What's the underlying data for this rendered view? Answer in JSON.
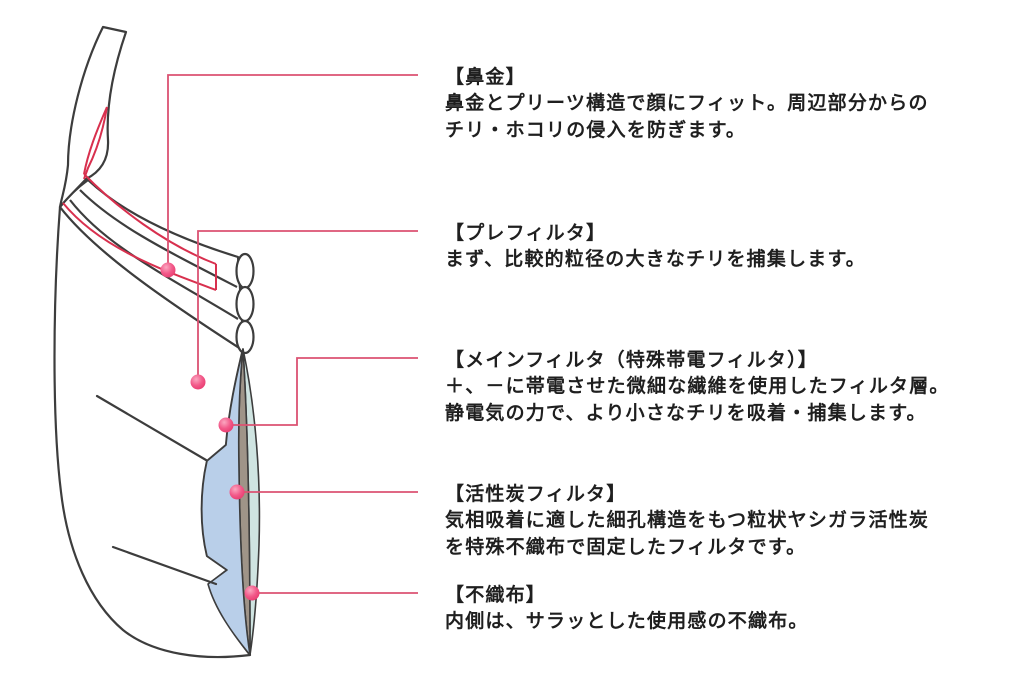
{
  "diagram": {
    "subject": "dust-mask-layer-structure",
    "callouts": [
      {
        "id": "nose-wire",
        "heading": "【鼻金】",
        "lines": [
          "鼻金とプリーツ構造で顔にフィット。周辺部分からの",
          "チリ・ホコリの侵入を防ぎます。"
        ]
      },
      {
        "id": "pre-filter",
        "heading": "【プレフィルタ】",
        "lines": [
          "まず、比較的粒径の大きなチリを捕集します。"
        ]
      },
      {
        "id": "main-filter",
        "heading": "【メインフィルタ（特殊帯電フィルタ）】",
        "lines": [
          "＋、－に帯電させた微細な繊維を使用したフィルタ層。",
          "静電気の力で、より小さなチリを吸着・捕集します。"
        ]
      },
      {
        "id": "activated-carbon-filter",
        "heading": "【活性炭フィルタ】",
        "lines": [
          "気相吸着に適した細孔構造をもつ粒状ヤシガラ活性炭",
          "を特殊不織布で固定したフィルタです。"
        ]
      },
      {
        "id": "nonwoven-fabric",
        "heading": "【不織布】",
        "lines": [
          "内側は、サラッとした使用感の不織布。"
        ]
      }
    ],
    "colors": {
      "background": "#ffffff",
      "outline": "#3d3d3d",
      "callout_line": "#db5272",
      "nose_wire_highlight": "#d8304e",
      "marker_dot_edge": "#e83a6e",
      "marker_dot_mid": "#f25a8a",
      "marker_dot_light": "#fba7c0",
      "main_filter_layer": "#b9cfe9",
      "activated_carbon_layer": "#9f9488",
      "nonwoven_layer": "#cfe4e1",
      "mask_body_fill": "#ffffff",
      "text": "#1f1f1f"
    }
  }
}
